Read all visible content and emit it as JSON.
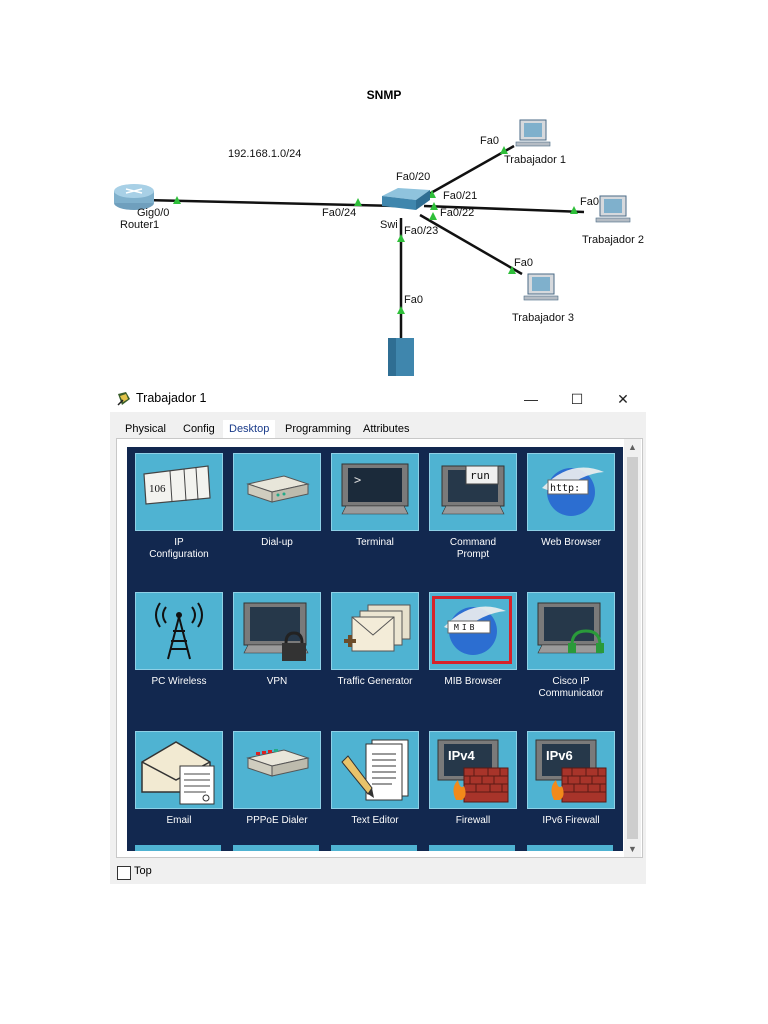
{
  "document": {
    "title": "SNMP"
  },
  "topology": {
    "network": "192.168.1.0/24",
    "router": {
      "name": "Router1",
      "port": "Gig0/0"
    },
    "switch": {
      "name_visible": "Swi",
      "ports": [
        "Fa0/24",
        "Fa0/20",
        "Fa0/21",
        "Fa0/22",
        "Fa0/23"
      ]
    },
    "pcs": [
      {
        "name": "Trabajador 1",
        "port": "Fa0"
      },
      {
        "name": "Trabajador 2",
        "port": "Fa0"
      },
      {
        "name": "Trabajador 3",
        "port": "Fa0"
      }
    ],
    "server": {
      "port": "Fa0"
    },
    "link_color": "#111111",
    "status_color": "#2fbf3a"
  },
  "window": {
    "title": "Trabajador 1",
    "controls": {
      "minimize": "—",
      "maximize": "☐",
      "close": "✕"
    },
    "tabs": [
      {
        "label": "Physical",
        "active": false
      },
      {
        "label": "Config",
        "active": false
      },
      {
        "label": "Desktop",
        "active": true
      },
      {
        "label": "Programming",
        "active": false
      },
      {
        "label": "Attributes",
        "active": false
      }
    ],
    "apps": [
      {
        "label": "IP\nConfiguration",
        "icon": "ip-configuration-icon"
      },
      {
        "label": "Dial-up",
        "icon": "modem-icon"
      },
      {
        "label": "Terminal",
        "icon": "terminal-icon",
        "glyph": ">"
      },
      {
        "label": "Command\nPrompt",
        "icon": "command-prompt-icon",
        "glyph": "run"
      },
      {
        "label": "Web Browser",
        "icon": "web-browser-icon",
        "glyph": "http:"
      },
      {
        "label": "PC Wireless",
        "icon": "wireless-antenna-icon"
      },
      {
        "label": "VPN",
        "icon": "vpn-lock-icon"
      },
      {
        "label": "Traffic Generator",
        "icon": "traffic-generator-icon"
      },
      {
        "label": "MIB Browser",
        "icon": "mib-browser-icon",
        "glyph": "MIB",
        "selected": true
      },
      {
        "label": "Cisco IP\nCommunicator",
        "icon": "ip-communicator-icon"
      },
      {
        "label": "Email",
        "icon": "email-icon"
      },
      {
        "label": "PPPoE Dialer",
        "icon": "pppoe-dialer-icon"
      },
      {
        "label": "Text Editor",
        "icon": "text-editor-icon"
      },
      {
        "label": "Firewall",
        "icon": "firewall-icon",
        "glyph": "IPv4"
      },
      {
        "label": "IPv6 Firewall",
        "icon": "ipv6-firewall-icon",
        "glyph": "IPv6"
      }
    ],
    "ip_config_glyph": "106",
    "top_checkbox": {
      "label": "Top",
      "checked": false
    },
    "colors": {
      "desktop_bg": "#12284f",
      "tile_bg": "#4fb3d2",
      "selection": "#d6232a",
      "active_tab": "#1a3b8a"
    }
  }
}
